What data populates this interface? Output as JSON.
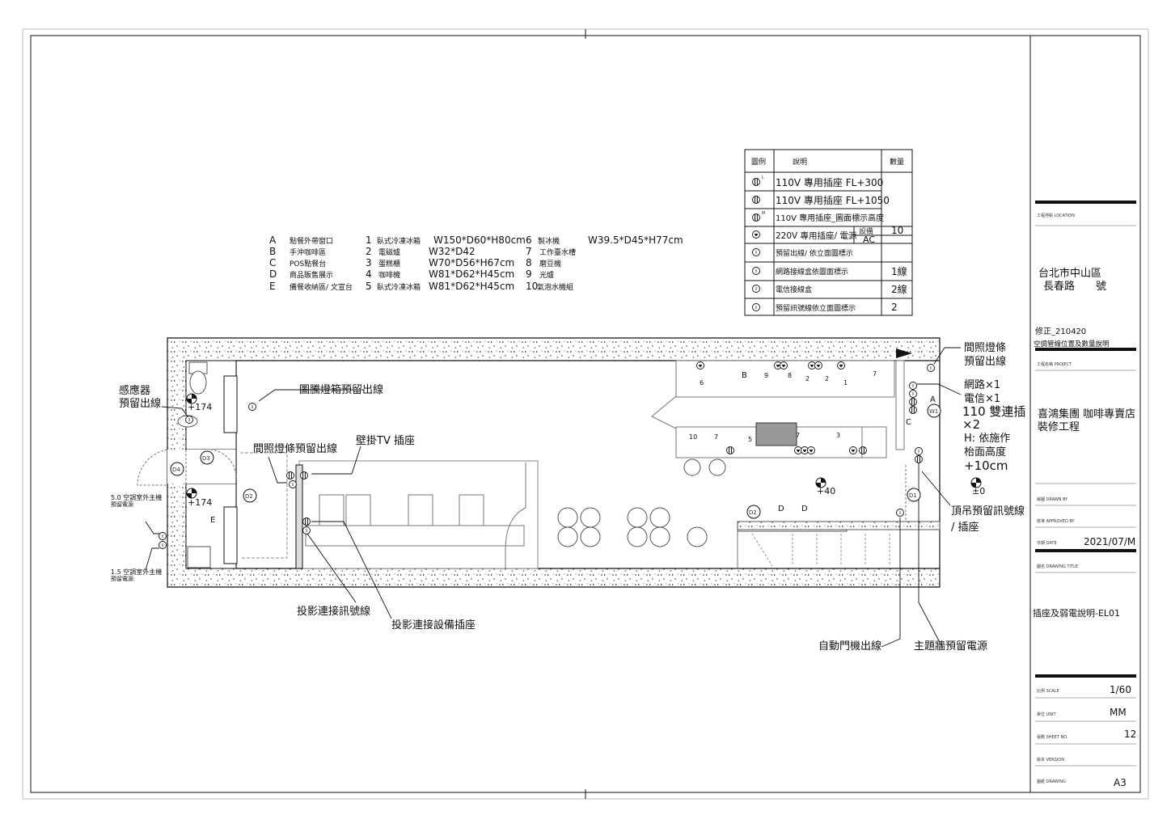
{
  "legend_table": {
    "headers": {
      "symbol": "圖例",
      "description": "說明",
      "quantity": "數量"
    },
    "rows": [
      {
        "symbol_sup": "L",
        "description": "110V 專用插座 FL+300",
        "quantity": ""
      },
      {
        "symbol_sup": "",
        "description": "110V 專用插座 FL+1050",
        "quantity": ""
      },
      {
        "symbol_sup": "M",
        "description": "110V 專用插座_圖面標示高度",
        "quantity": ""
      },
      {
        "symbol_sup": "",
        "description": "220V 專用插座/ 電源",
        "sub_a": "設備",
        "sub_b": "AC",
        "quantity": "10"
      },
      {
        "symbol_sup": "",
        "description": "預留出線/ 依立面圖標示",
        "quantity": ""
      },
      {
        "symbol_sup": "",
        "description": "網路接線盒依圖面標示",
        "quantity": "1線"
      },
      {
        "symbol_sup": "",
        "description": "電信接線盒",
        "quantity": "2線"
      },
      {
        "symbol_sup": "",
        "description": "預留訊號線依立面圖標示",
        "quantity": "2"
      }
    ]
  },
  "zones": [
    {
      "code": "A",
      "name": "點餐外帶窗口"
    },
    {
      "code": "B",
      "name": "手沖咖啡區"
    },
    {
      "code": "C",
      "name": "POS點餐台"
    },
    {
      "code": "D",
      "name": "商品販售展示"
    },
    {
      "code": "E",
      "name": "備餐收納區/ 文宣台"
    }
  ],
  "equipment": [
    {
      "no": "1",
      "name": "臥式冷凍冰箱",
      "size": "W150*D60*H80cm"
    },
    {
      "no": "2",
      "name": "電磁爐",
      "size": "W32*D42"
    },
    {
      "no": "3",
      "name": "蛋糕櫃",
      "size": "W70*D56*H67cm"
    },
    {
      "no": "4",
      "name": "咖啡機",
      "size": "W81*D62*H45cm"
    },
    {
      "no": "5",
      "name": "臥式冷凍冰箱",
      "size": "W81*D62*H45cm"
    },
    {
      "no": "6",
      "name": "製冰機",
      "size": "W39.5*D45*H77cm"
    },
    {
      "no": "7",
      "name": "工作臺水槽",
      "size": ""
    },
    {
      "no": "8",
      "name": "磨豆機",
      "size": ""
    },
    {
      "no": "9",
      "name": "光爐",
      "size": ""
    },
    {
      "no": "10",
      "name": "氣泡水機組",
      "size": ""
    }
  ],
  "plan_labels": {
    "sensor": [
      "感應器",
      "預留出線"
    ],
    "totem_lightbox": "圖騰燈箱預留出線",
    "indirect_light_left": "間照燈條預留出線",
    "wall_tv": "壁掛TV 插座",
    "ac_50": [
      "5.0 空調室外主機",
      "預留電源"
    ],
    "ac_15": [
      "1.5 空調室外主機",
      "預留電源"
    ],
    "projector_signal": "投影連接訊號線",
    "projector_socket": "投影連接設備插座",
    "indirect_light_right": [
      "間照燈條",
      "預留出線"
    ],
    "network_note": [
      "網路×1",
      "電信×1",
      "110 雙連插",
      "×2",
      "H: 依施作",
      "枱面高度",
      "+10cm"
    ],
    "ceiling_signal": [
      "頂吊預留訊號線",
      "/ 插座"
    ],
    "auto_door": "自動門機出線",
    "feature_wall": "主題牆預留電源",
    "levels": [
      "+174",
      "+174",
      "+40",
      "±0"
    ],
    "doors": [
      "D1",
      "D2",
      "D2",
      "D3",
      "D4",
      "W1"
    ],
    "zone_marks": [
      "A",
      "B",
      "C",
      "D",
      "D",
      "E"
    ],
    "equip_marks": [
      "1",
      "2",
      "2",
      "3",
      "5",
      "6",
      "7",
      "7",
      "7",
      "8",
      "9",
      "10"
    ]
  },
  "title_block": {
    "location_label": "工程地點 LOCATION",
    "location": [
      "台北市中山區",
      "長春路　　號"
    ],
    "revision": [
      "修正_210420",
      "空調管線位置及數量說明"
    ],
    "project_label": "工程名稱 PROJECT",
    "project": [
      "喜鴻集團 咖啡專賣店",
      "裝修工程"
    ],
    "drawn_by_label": "繪圖 DRAWN BY",
    "approved_by_label": "核准 APPROVED BY",
    "date_label": "日期 DATE",
    "date": "2021/07/M",
    "drawing_title_label": "圖名 DRAWING TITLE",
    "drawing_title": "插座及弱電說明-EL01",
    "scale_label": "比例 SCALE",
    "scale": "1/60",
    "unit_label": "單位 UNIT",
    "unit": "MM",
    "sheet_label": "張數 SHEET NO.",
    "sheet": "12",
    "version_label": "版本 VERSION",
    "paper_label": "圖紙 DRAWING",
    "paper": "A3"
  }
}
